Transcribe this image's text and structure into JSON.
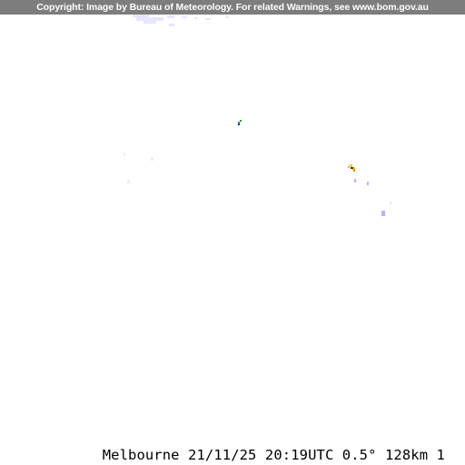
{
  "header": {
    "copyright": "Copyright: Image by Bureau of Meteorology. For related Warnings, see www.bom.gov.au"
  },
  "footer": {
    "caption": "Melbourne 21/11/25 20:19UTC 0.5° 128km 1"
  },
  "colors": {
    "background": "#ffffff",
    "copyright_bar": "#7d7d7d",
    "light_echo": "#e6e6ff",
    "weak_echo": "#b4b4ff",
    "green_echo": "#1ea01e",
    "blue_echo": "#2020ff",
    "yellow_echo": "#ffc800",
    "orange_echo": "#ff8c00",
    "dark_echo": "#3c3c00"
  },
  "echoes": [
    {
      "intensity": "very-light",
      "color_key": "light_echo"
    },
    {
      "intensity": "light",
      "color_key": "weak_echo"
    },
    {
      "intensity": "moderate",
      "color_key": "green_echo"
    },
    {
      "intensity": "moderate",
      "color_key": "blue_echo"
    },
    {
      "intensity": "heavy",
      "color_key": "yellow_echo"
    },
    {
      "intensity": "heavy",
      "color_key": "orange_echo"
    },
    {
      "intensity": "core",
      "color_key": "dark_echo"
    }
  ]
}
